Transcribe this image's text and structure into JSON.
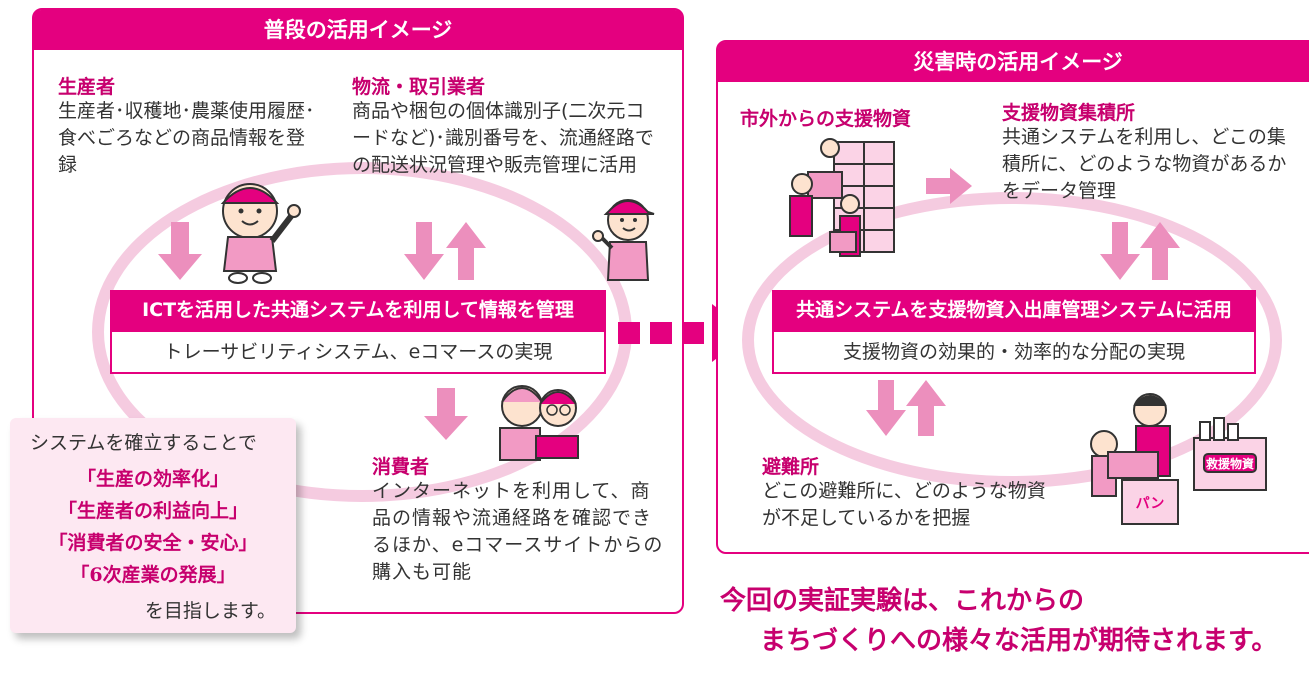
{
  "left_panel": {
    "title": "普段の活用イメージ",
    "producer": {
      "label": "生産者",
      "desc": "生産者･収穫地･農薬使用履歴･食べごろなどの商品情報を登録"
    },
    "logistics": {
      "label": "物流・取引業者",
      "desc": "商品や梱包の個体識別子(二次元コードなど)･識別番号を、流通経路での配送状況管理や販売管理に活用"
    },
    "system_bar": "ICTを活用した共通システムを利用して情報を管理",
    "result_bar": "トレーサビリティシステム、eコマースの実現",
    "consumer": {
      "label": "消費者",
      "desc": "インターネットを利用して、商品の情報や流通経路を確認できるほか、eコマースサイトからの購入も可能"
    }
  },
  "callout": {
    "intro": "システムを確立することで",
    "items": [
      "「生産の効率化」",
      "「生産者の利益向上」",
      "「消費者の安全・安心」",
      "「6次産業の発展」"
    ],
    "outro": "を目指します。"
  },
  "right_panel": {
    "title": "災害時の活用イメージ",
    "outside_supplies": {
      "label": "市外からの支援物資"
    },
    "collection_point": {
      "label": "支援物資集積所",
      "desc": "共通システムを利用し、どこの集積所に、どのような物資があるかをデータ管理"
    },
    "system_bar": "共通システムを支援物資入出庫管理システムに活用",
    "result_bar": "支援物資の効果的・効率的な分配の実現",
    "shelter": {
      "label": "避難所",
      "desc": "どこの避難所に、どのような物資が不足しているかを把握"
    },
    "box_labels": {
      "bread": "パン",
      "relief": "救援物資"
    }
  },
  "closing": {
    "line1": "今回の実証実験は、これからの",
    "line2": "まちづくりへの様々な活用が期待されます。"
  },
  "colors": {
    "magenta": "#e4007f",
    "label_pink": "#c7006e",
    "ellipse_pink": "#f5cbe0",
    "arrow_pink": "#ec8fbd",
    "callout_bg": "#fde8f2"
  }
}
